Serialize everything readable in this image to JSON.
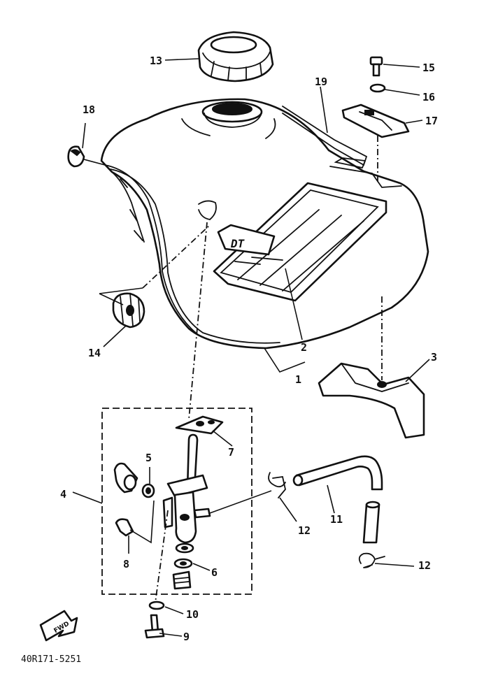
{
  "diagram": {
    "callouts": {
      "c1": "1",
      "c2": "2",
      "c3": "3",
      "c4": "4",
      "c5": "5",
      "c6": "6",
      "c7": "7",
      "c8": "8",
      "c9": "9",
      "c10": "10",
      "c11": "11",
      "c12a": "12",
      "c12b": "12",
      "c13": "13",
      "c14": "14",
      "c15": "15",
      "c16": "16",
      "c17": "17",
      "c18": "18",
      "c19": "19"
    },
    "tank_logo": "DT",
    "direction_arrow": "FWD",
    "drawing_code": "40R171-5251"
  }
}
